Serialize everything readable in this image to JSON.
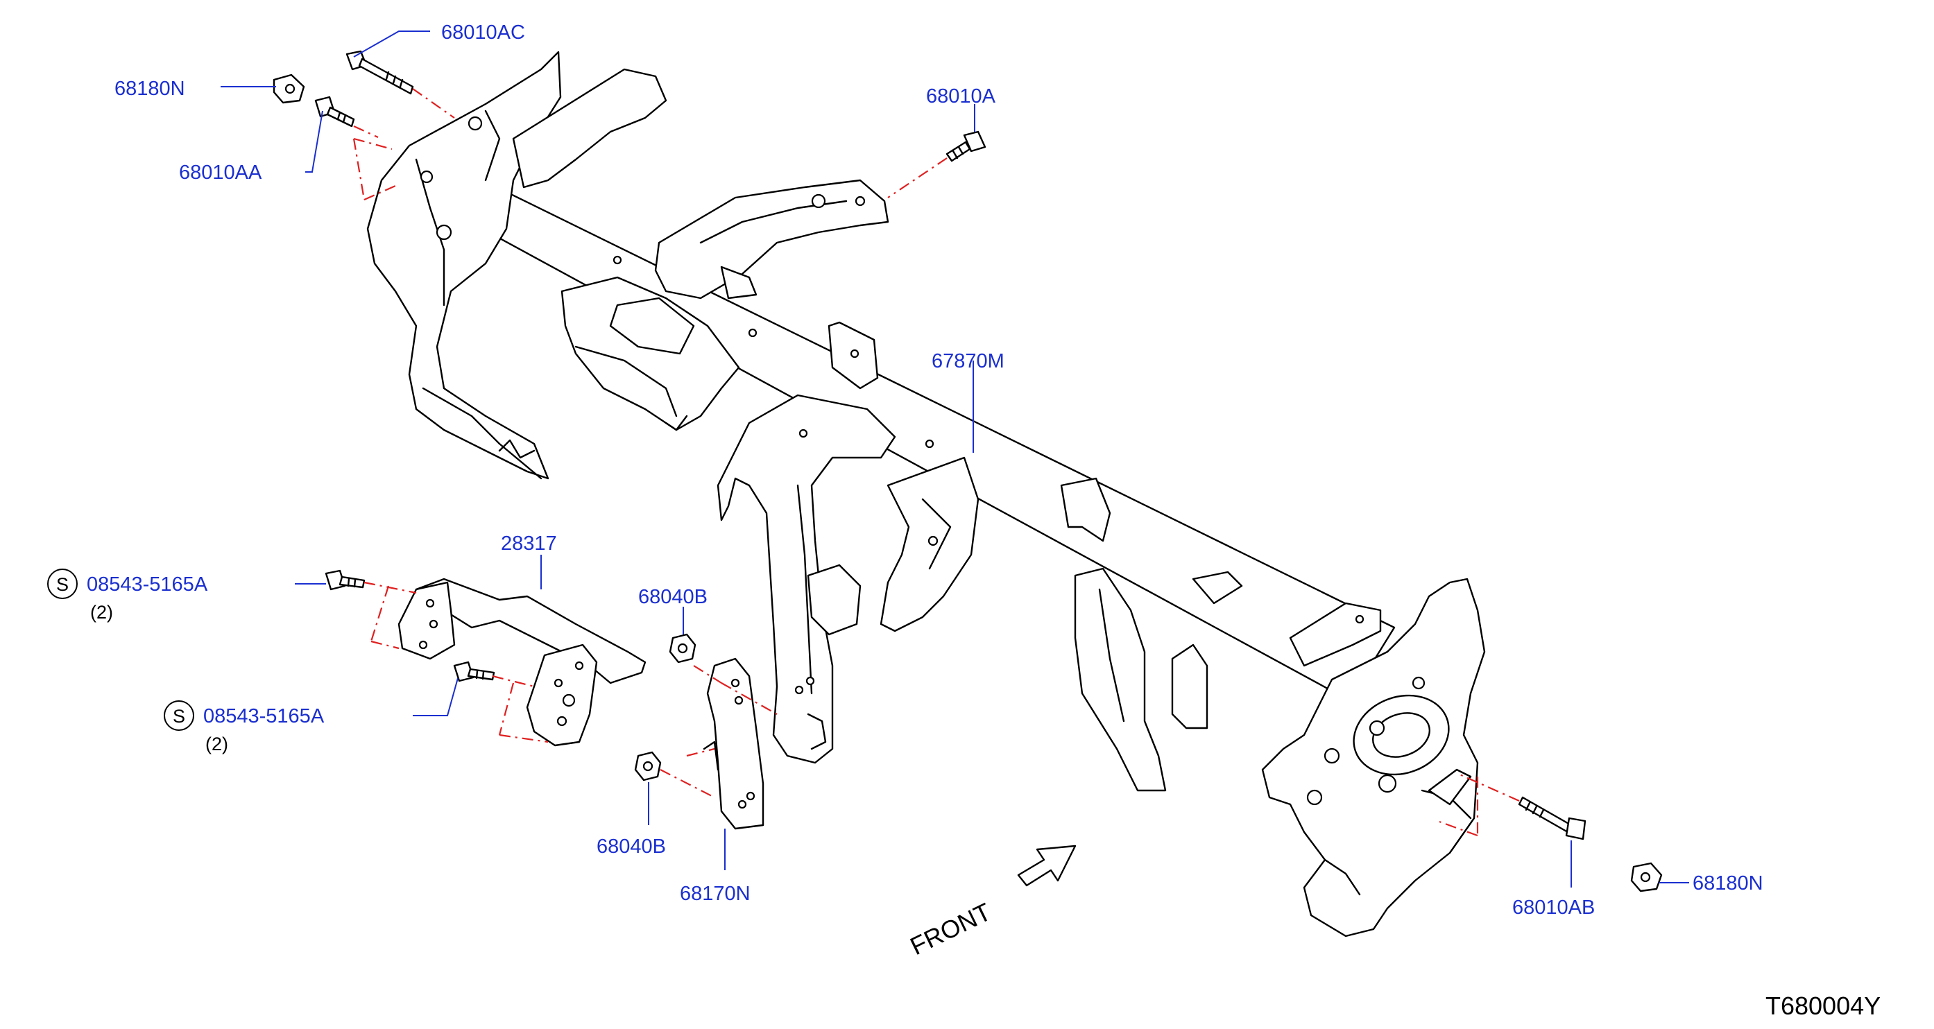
{
  "parts": {
    "p_68010AC": "68010AC",
    "p_68180N_top": "68180N",
    "p_68010AA": "68010AA",
    "p_68010A": "68010A",
    "p_67870M": "67870M",
    "p_28317": "28317",
    "p_08543_1": "08543-5165A",
    "p_08543_1_qty": "(2)",
    "p_08543_2": "08543-5165A",
    "p_08543_2_qty": "(2)",
    "p_68040B_top": "68040B",
    "p_68040B_bottom": "68040B",
    "p_68170N": "68170N",
    "p_68010AB": "68010AB",
    "p_68180N_bottom": "68180N"
  },
  "symbols": {
    "standard_part": "S"
  },
  "direction_label": "FRONT",
  "drawing_code": "T680004Y",
  "colors": {
    "label": "#1a2fd0",
    "centerline": "#e02020",
    "line": "#000000"
  }
}
